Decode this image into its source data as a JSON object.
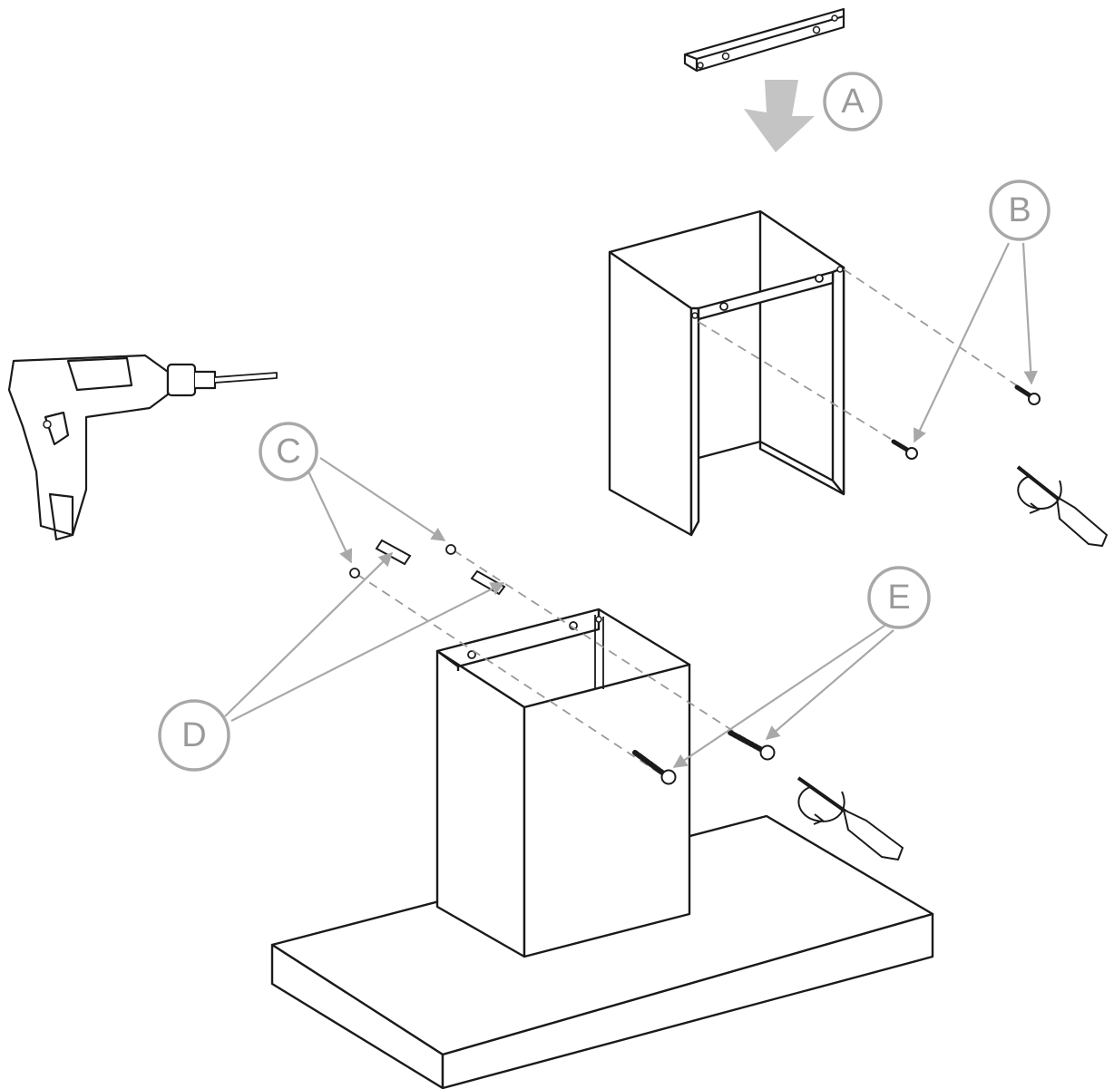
{
  "callouts": {
    "a": "A",
    "b": "B",
    "c": "C",
    "d": "D",
    "e": "E"
  },
  "colors": {
    "line": "#1a1a1a",
    "callout": "#a8a8a8",
    "arrow_fill": "#c4c4c4",
    "dashed": "#9a9a9a"
  },
  "icons": [
    "wall-bracket-icon",
    "drill-icon",
    "screwdriver-icon",
    "screw-icon",
    "wall-plug-icon",
    "chimney-duct-icon",
    "hood-canopy-icon"
  ]
}
